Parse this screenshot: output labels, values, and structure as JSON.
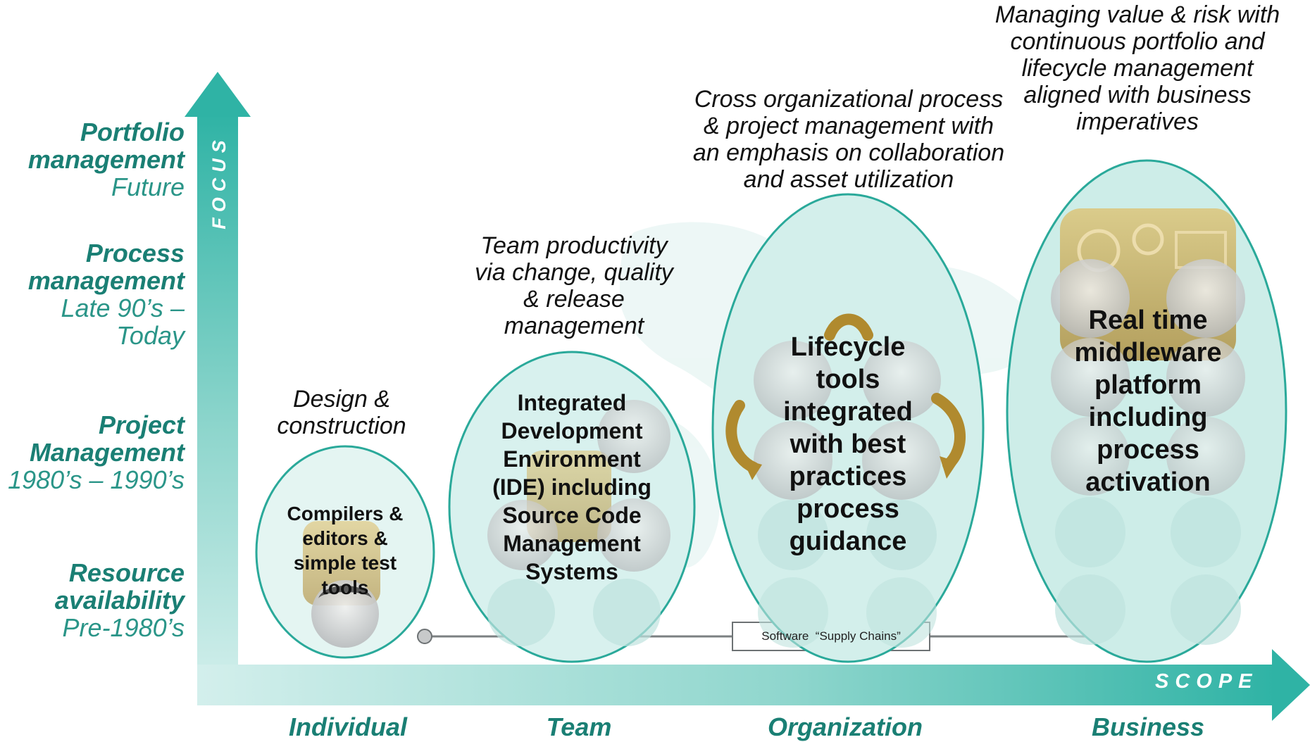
{
  "focus_axis_label": "FOCUS",
  "scope_axis_label": "SCOPE",
  "focus_levels": [
    {
      "title": "Portfolio management",
      "era": "Future"
    },
    {
      "title": "Process management",
      "era": "Late 90’s – Today"
    },
    {
      "title": "Project Management",
      "era": "1980’s – 1990’s"
    },
    {
      "title": "Resource availability",
      "era": "Pre-1980’s"
    }
  ],
  "scope_levels": [
    "Individual",
    "Team",
    "Organization",
    "Business"
  ],
  "stages": [
    {
      "description": "Design & construction",
      "bubble_text": "Compilers & editors & simple test tools"
    },
    {
      "description": "Team productivity via change, quality & release management",
      "bubble_text": "Integrated Development Environment (IDE) including Source Code Management Systems"
    },
    {
      "description": "Cross organizational process & project management with an emphasis on collaboration and asset utilization",
      "bubble_text": "Lifecycle tools integrated with best practices process guidance"
    },
    {
      "description": "Managing value & risk with continuous portfolio and lifecycle management aligned with business imperatives",
      "bubble_text": "Real time middleware platform including process activation"
    }
  ],
  "supply_chain_label": "Software  “Supply Chains”",
  "colors": {
    "axis_teal": "#2fb3a5",
    "label_teal": "#1a7f74",
    "bubble_fill": "#d8f1ee",
    "bubble_stroke": "#2aa99a",
    "gold": "#b08a2e"
  }
}
